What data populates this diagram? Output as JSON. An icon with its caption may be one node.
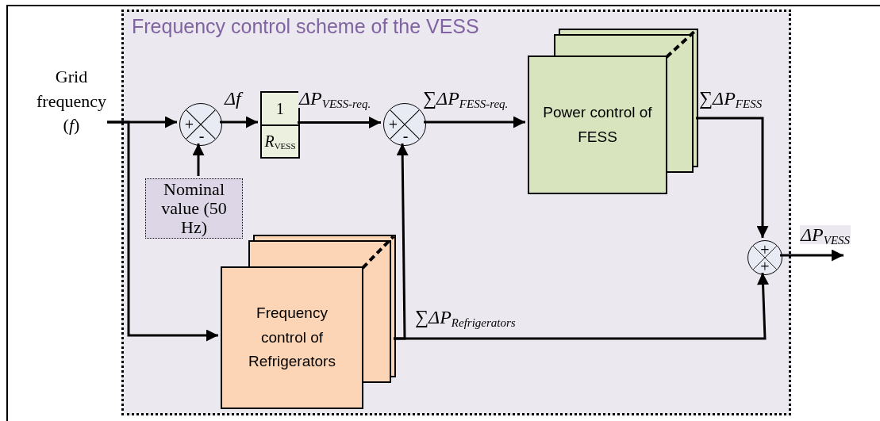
{
  "diagram": {
    "nodes": [
      {
        "text": [
          "Frequency control scheme of the VESS"
        ]
      },
      {
        "text": [
          "Grid frequency (*f*)"
        ]
      },
      {
        "text": [
          "+",
          "-"
        ],
        "in": 0
      },
      {
        "text": [
          "Nominal value (50 Hz)"
        ],
        "in": 0
      },
      {
        "text": [
          "1",
          "*R*$_{VESS}$"
        ],
        "in": 0
      },
      {
        "text": [
          "+",
          "-"
        ],
        "in": 0
      },
      {
        "text": [
          "Power control of FESS"
        ],
        "in": 0
      },
      {
        "text": [
          "Frequency control of Refrigerators"
        ],
        "in": 0
      },
      {
        "text": [
          "+",
          "+"
        ],
        "in": 0
      }
    ],
    "edges": [
      {
        "from": 1,
        "to": 2,
        "arrow": "to"
      },
      {
        "from": 1,
        "to": 7,
        "arrow": "to"
      },
      {
        "from": 3,
        "to": 2,
        "arrow": "to"
      },
      {
        "from": 2,
        "to": 4,
        "arrow": "to",
        "label": "Δf"
      },
      {
        "from": 4,
        "to": 5,
        "arrow": "to",
        "label": "ΔP$_{VESS-req.}$"
      },
      {
        "from": 5,
        "to": 6,
        "arrow": "to",
        "label": "∑ΔP$_{FESS-req.}$"
      },
      {
        "from": 7,
        "to": 5,
        "arrow": "to"
      },
      {
        "from": 7,
        "to": 8,
        "arrow": "to",
        "label": "∑ΔP$_{Refrigerators}$"
      },
      {
        "from": 6,
        "to": 8,
        "arrow": "to",
        "label": "∑ΔP$_{FESS}$"
      },
      {
        "from": 8,
        "to": null,
        "arrow": "to",
        "label": "ΔP$_{VESS}$"
      }
    ]
  }
}
